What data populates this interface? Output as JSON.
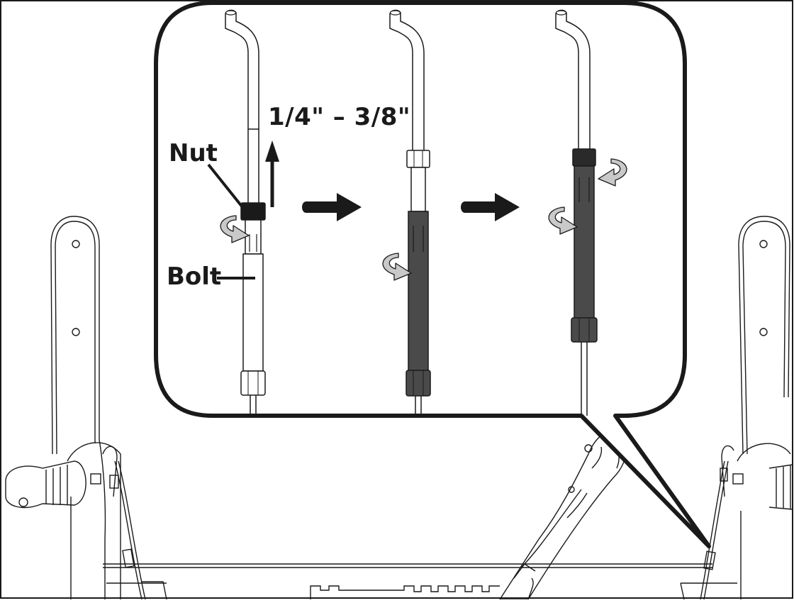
{
  "diagram": {
    "labels": {
      "measurement": "1/4\" – 3/8\"",
      "nut": "Nut",
      "bolt": "Bolt"
    },
    "colors": {
      "line": "#1a1a1a",
      "rotation_arrow_fill": "#c9c9c9",
      "sleeve_fill": "#4a4a4a",
      "background": "#ffffff"
    },
    "icons": [
      "rotate-arrow-icon",
      "right-arrow-icon",
      "up-arrow-icon"
    ]
  }
}
